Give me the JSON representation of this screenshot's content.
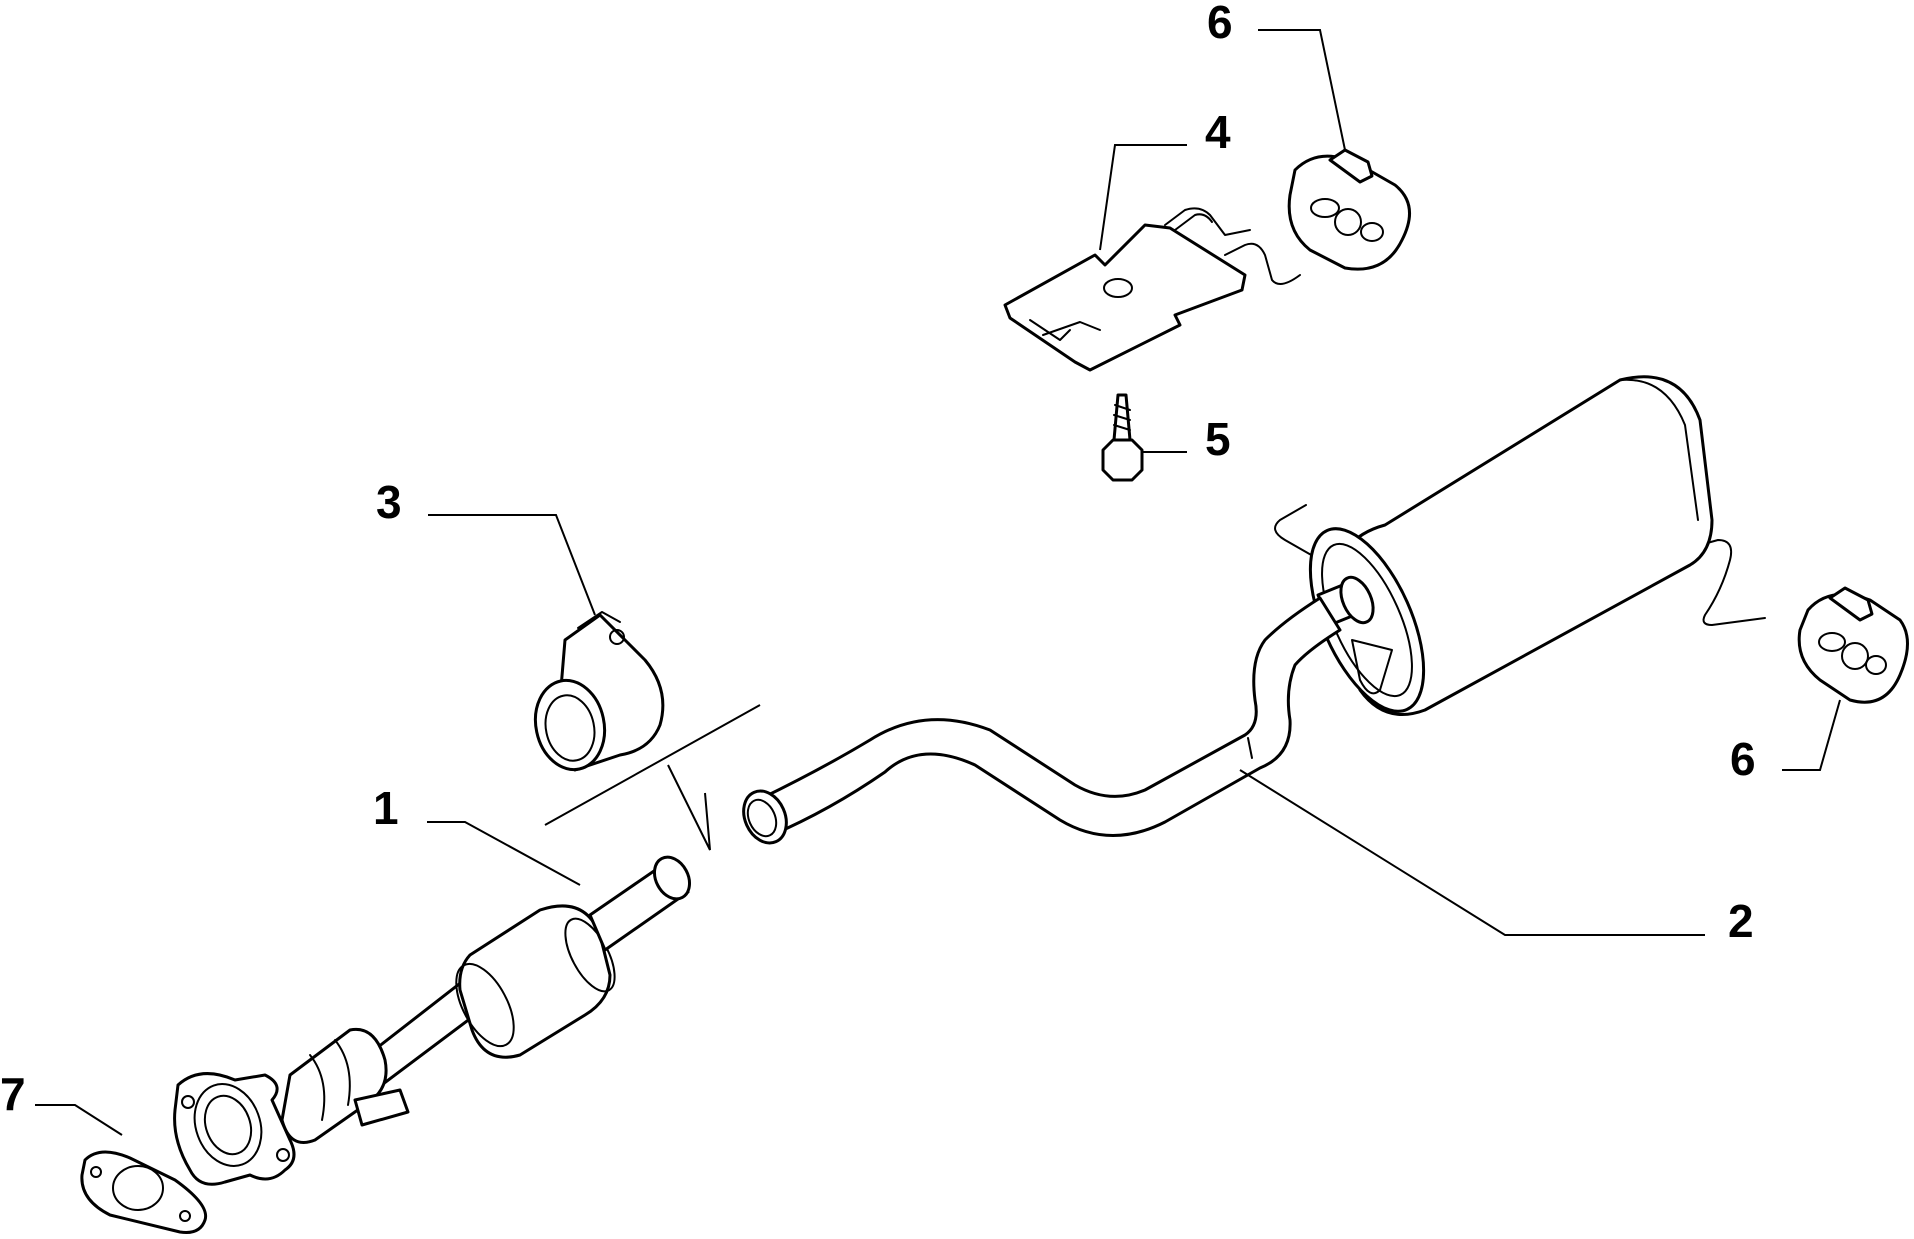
{
  "diagram": {
    "callouts": {
      "c1": "1",
      "c2": "2",
      "c3": "3",
      "c4": "4",
      "c5": "5",
      "c6a": "6",
      "c6b": "6",
      "c7": "7"
    }
  }
}
